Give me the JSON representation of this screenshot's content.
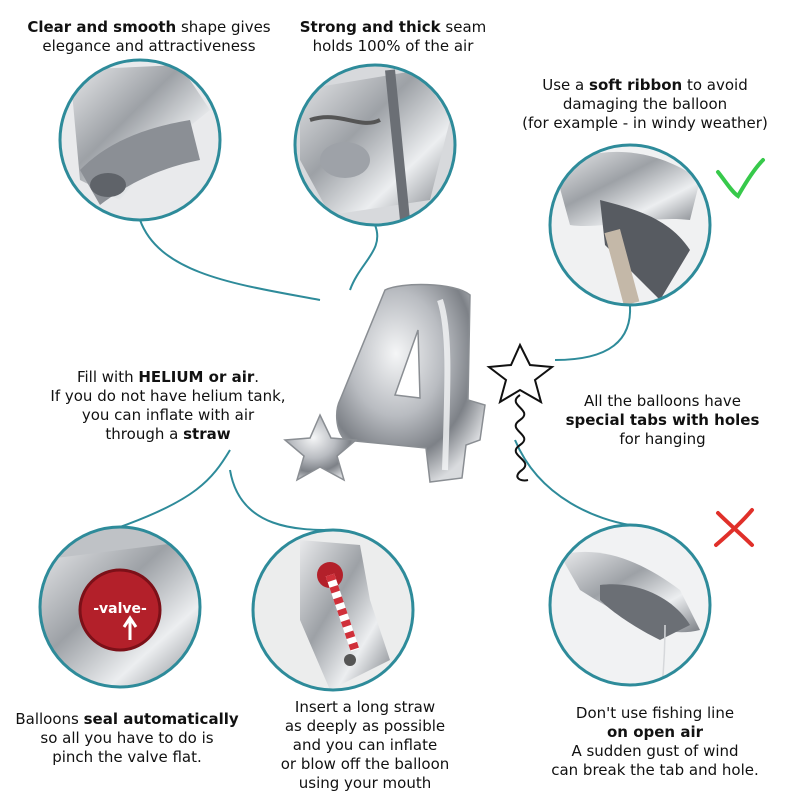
{
  "callouts": {
    "smooth": {
      "bold1": "Clear and smooth",
      "rest1": " shape gives",
      "line2": "elegance and attractiveness"
    },
    "seam": {
      "bold1": "Strong and thick",
      "rest1": " seam",
      "line2": "holds 100% of the air"
    },
    "ribbon": {
      "pre1": "Use a ",
      "bold1": "soft ribbon",
      "rest1": " to avoid",
      "line2": "damaging the balloon",
      "line3": "(for example - in windy weather)"
    },
    "fill": {
      "pre1": "Fill with ",
      "bold1": "HELIUM or air",
      "rest1": ".",
      "line2": "If you do not have helium tank,",
      "line3": "you can inflate with air",
      "pre4": "through a ",
      "bold4": "straw"
    },
    "tabs": {
      "line1": "All the balloons have",
      "bold2": "special tabs with holes",
      "line3": "for hanging"
    },
    "seal": {
      "pre1": "Balloons ",
      "bold1": "seal automatically",
      "line2": "so all you have to do is",
      "line3": "pinch the valve flat."
    },
    "straw": {
      "line1": "Insert a long straw",
      "line2": "as deeply as possible",
      "line3": "and you can inflate",
      "line4": "or blow off the balloon",
      "line5": "using your mouth"
    },
    "fishing": {
      "line1": "Don't use fishing line",
      "bold2": "on open air",
      "line3": "A sudden gust of wind",
      "line4": "can break the tab and hole."
    }
  },
  "valve_label": "-valve-",
  "colors": {
    "ring": "#2e8b9a",
    "check": "#37c94b",
    "cross": "#e0302a",
    "silver": "#c9ccd0",
    "valve_red": "#b3202a"
  },
  "icons": [
    "check-mark-icon",
    "cross-mark-icon",
    "star-outline-icon",
    "ribbon-curl-icon"
  ]
}
